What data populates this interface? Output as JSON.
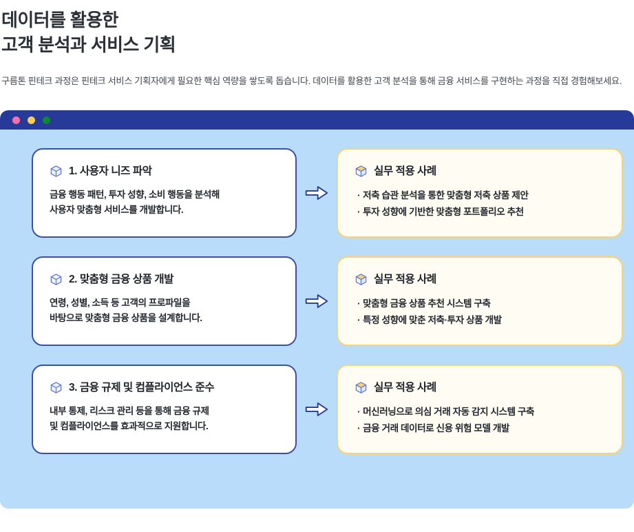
{
  "header": {
    "title_line1": "데이터를 활용한",
    "title_line2": "고객 분석과 서비스 기획",
    "description_line1": "구름톤 핀테크 과정은 핀테크 서비스 기획자에게 필요한 핵심 역량을 쌓도록 돕습니다. 데이터를 활용한 고객 분석을 통해 금융 서비스를 구현하는",
    "description_line2": "과정을 직접 경험해보세요."
  },
  "window": {
    "titlebar": {
      "dots": [
        {
          "name": "close-dot",
          "color": "#f96fae"
        },
        {
          "name": "minimize-dot",
          "color": "#f6cf52"
        },
        {
          "name": "maximize-dot",
          "color": "#0d8a2f"
        }
      ]
    },
    "accent_colors": {
      "panel_background": "#b9dcfb",
      "titlebar": "#273a98",
      "step_card_border": "#3a4fa8",
      "case_card_border": "#f7d377",
      "case_card_background": "#fffdf3",
      "step_icon": "#5b74d8",
      "case_icon_top": "#f7d377",
      "arrow_outline": "#273a98"
    },
    "arrow_icon": "arrow-right-icon",
    "rows": [
      {
        "step": {
          "icon": "cube-icon",
          "title": "1. 사용자 니즈 파악",
          "body_line1": "금융 행동 패턴, 투자 성향, 소비 행동을 분석해",
          "body_line2": "사용자 맞춤형 서비스를 개발합니다."
        },
        "case": {
          "icon": "cube-icon-yellow",
          "title": "실무 적용 사례",
          "bullets": [
            "저축 습관 분석을 통한 맞춤형 저축 상품 제안",
            "투자 성향에 기반한 맞춤형 포트폴리오 추천"
          ]
        }
      },
      {
        "step": {
          "icon": "cube-icon",
          "title": "2. 맞춤형 금융 상품 개발",
          "body_line1": "연령, 성별, 소득 등 고객의 프로파일을",
          "body_line2": "바탕으로 맞춤형 금융 상품을 설계합니다."
        },
        "case": {
          "icon": "cube-icon-yellow",
          "title": "실무 적용 사례",
          "bullets": [
            "맞춤형 금융 상품 추천 시스템 구축",
            "특정 성향에 맞춘 저축·투자 상품 개발"
          ]
        }
      },
      {
        "step": {
          "icon": "cube-icon",
          "title": "3. 금융 규제 및 컴플라이언스 준수",
          "body_line1": "내부 통제, 리스크 관리 등을 통해 금융 규제",
          "body_line2": "및 컴플라이언스를 효과적으로 지원합니다."
        },
        "case": {
          "icon": "cube-icon-yellow",
          "title": "실무 적용 사례",
          "bullets": [
            "머신러닝으로 의심 거래 자동 감지 시스템 구축",
            "금융 거래 데이터로 신용 위험 모델 개발"
          ]
        }
      }
    ]
  },
  "bullet_glyph": "·"
}
